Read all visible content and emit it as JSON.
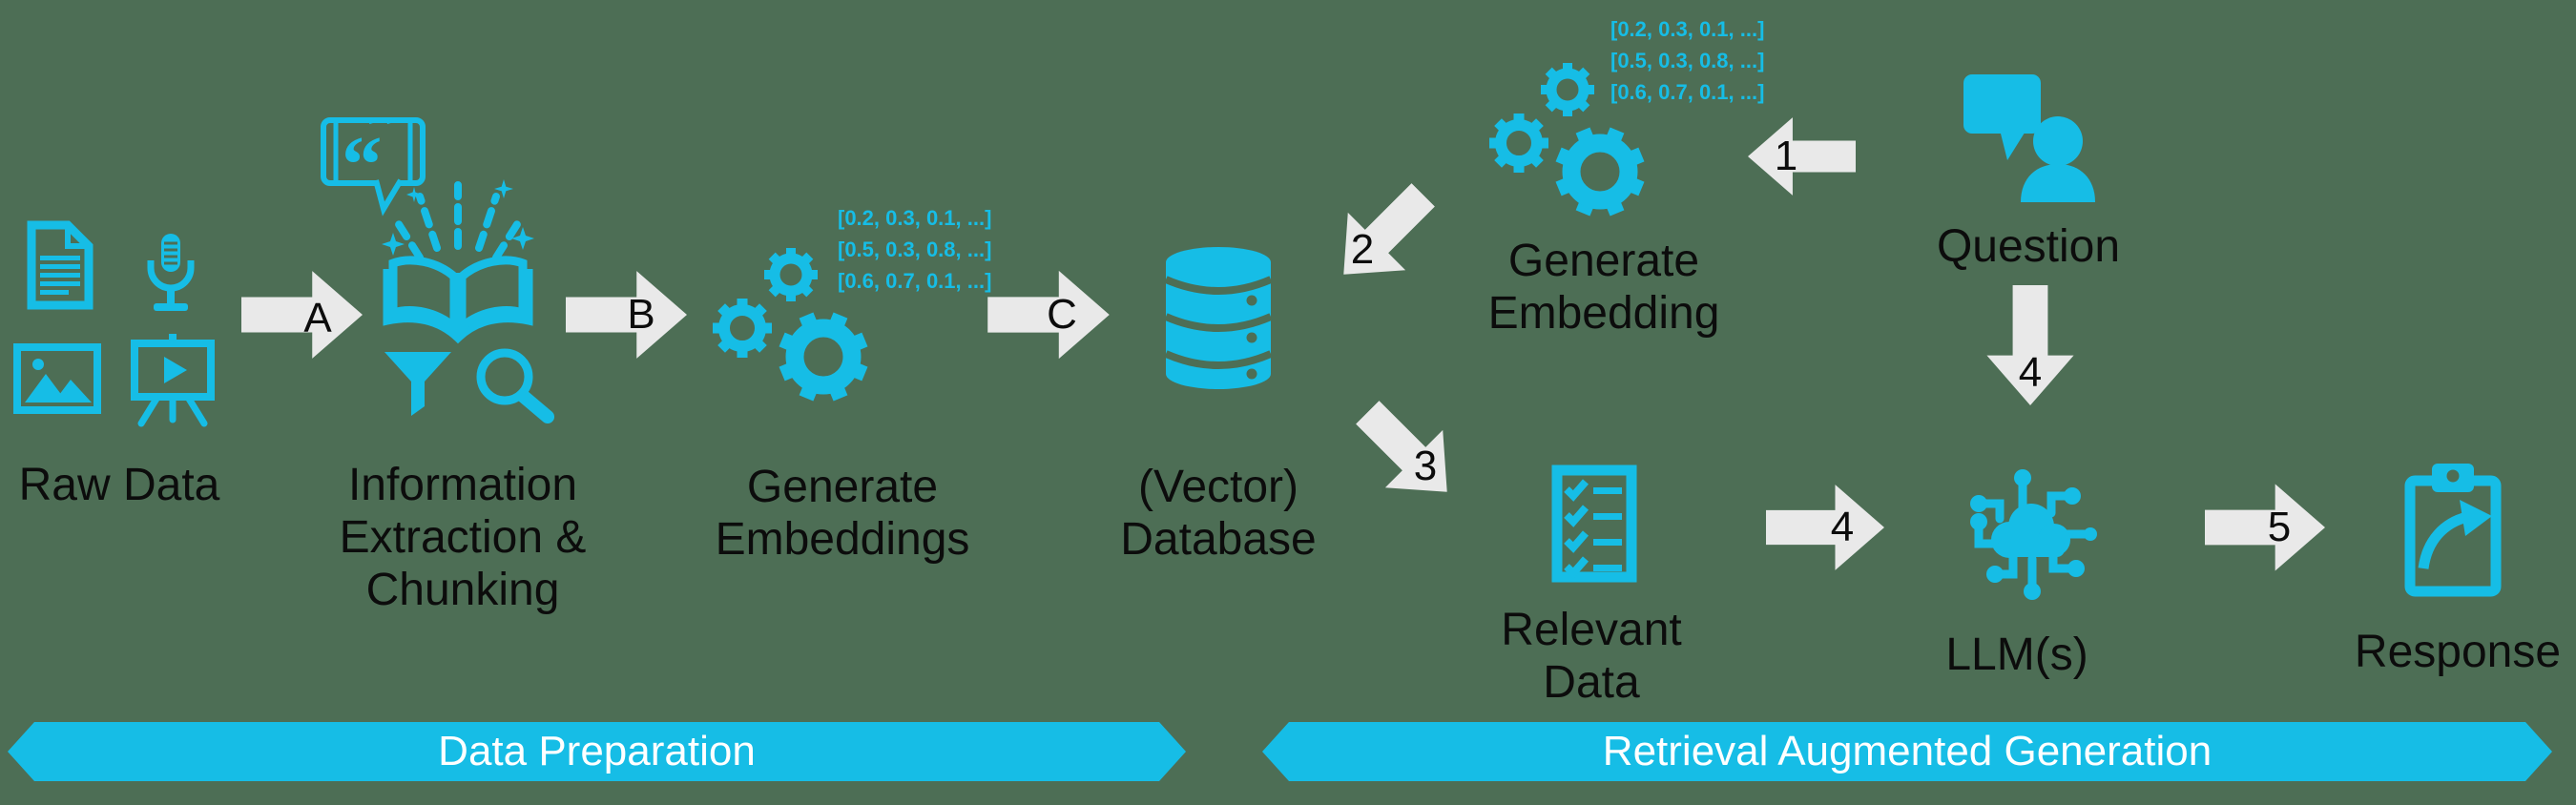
{
  "colors": {
    "background": "#4d6e55",
    "accent_cyan": "#16bde6",
    "arrow_fill": "#e9e9e9",
    "label_text": "#0c0c0c",
    "banner_text": "#ffffff"
  },
  "nodes": {
    "raw_data": {
      "label": "Raw Data"
    },
    "info_extraction": {
      "line1": "Information",
      "line2": "Extraction &",
      "line3": "Chunking"
    },
    "generate_embeddings": {
      "line1": "Generate",
      "line2": "Embeddings",
      "vectors": [
        "[0.2, 0.3, 0.1, ...]",
        "[0.5, 0.3, 0.8, ...]",
        "[0.6, 0.7, 0.1, ...]"
      ]
    },
    "vector_database": {
      "line1": "(Vector)",
      "line2": "Database"
    },
    "generate_embedding": {
      "line1": "Generate",
      "line2": "Embedding",
      "vectors": [
        "[0.2, 0.3, 0.1, ...]",
        "[0.5, 0.3, 0.8, ...]",
        "[0.6, 0.7, 0.1, ...]"
      ]
    },
    "question": {
      "label": "Question"
    },
    "relevant_data": {
      "line1": "Relevant",
      "line2": "Data"
    },
    "llm": {
      "label": "LLM(s)"
    },
    "response": {
      "label": "Response"
    }
  },
  "arrows": {
    "a": "A",
    "b": "B",
    "c": "C",
    "n1": "1",
    "n2": "2",
    "n3": "3",
    "n4_down": "4",
    "n4_right": "4",
    "n5": "5"
  },
  "banners": {
    "data_preparation": "Data Preparation",
    "rag": "Retrieval Augmented Generation"
  },
  "icons": {
    "raw_data": [
      "document-icon",
      "microphone-icon",
      "image-icon",
      "presentation-icon"
    ],
    "info_extraction": [
      "quote-bubble-icon",
      "open-book-icon",
      "funnel-icon",
      "magnifier-icon"
    ],
    "embedding": "gears-icon",
    "database": "database-cylinder-icon",
    "question": "chat-person-icon",
    "relevant_data": "checklist-icon",
    "llm": "cloud-circuit-icon",
    "response": "clipboard-share-icon"
  }
}
